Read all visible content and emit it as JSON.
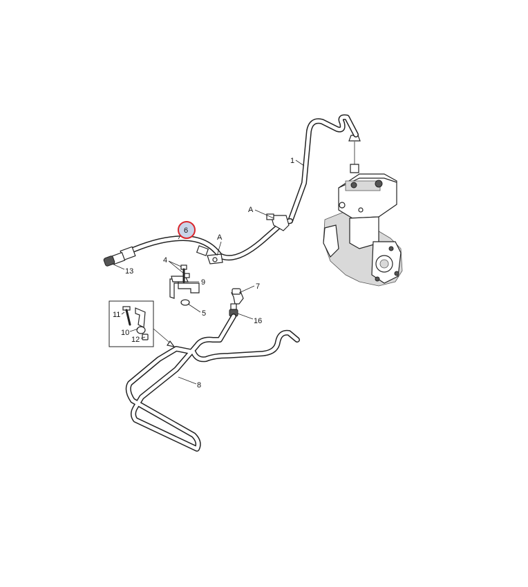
{
  "callouts": {
    "c1": "1",
    "cA1": "A",
    "cA2": "A",
    "c6": "6",
    "c13": "13",
    "c4": "4",
    "c9": "9",
    "c7": "7",
    "c5": "5",
    "c16": "16",
    "c11": "11",
    "c10": "10",
    "c12": "12",
    "c8": "8"
  },
  "highlight": {
    "ring_color": "#d9262c",
    "fill_color": "#c9d3e8",
    "target": "6"
  }
}
